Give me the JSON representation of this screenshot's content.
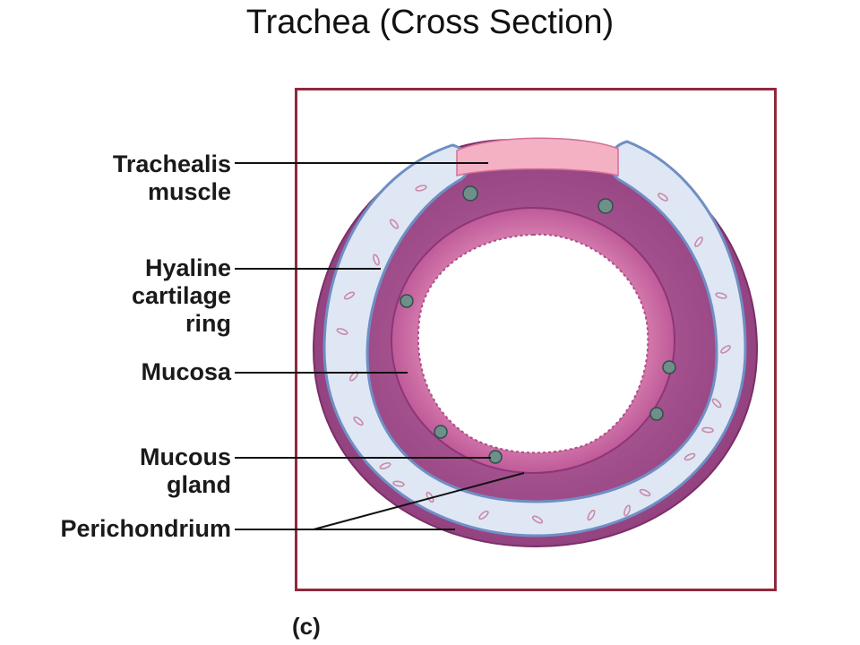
{
  "title": "Trachea (Cross Section)",
  "caption": "(c)",
  "labels": {
    "trachealis": [
      "Trachealis",
      "muscle"
    ],
    "hyaline": [
      "Hyaline",
      "cartilage",
      "ring"
    ],
    "mucosa": [
      "Mucosa"
    ],
    "mucous_gland": [
      "Mucous",
      "gland"
    ],
    "perichondrium": [
      "Perichondrium"
    ]
  },
  "colors": {
    "frame": "#8e2a3c",
    "outer_tissue": "#a44f8a",
    "cartilage": "#dfe7f4",
    "mucosa": "#b8478a",
    "trachealis": "#f4b1c4",
    "lumen": "#ffffff"
  }
}
